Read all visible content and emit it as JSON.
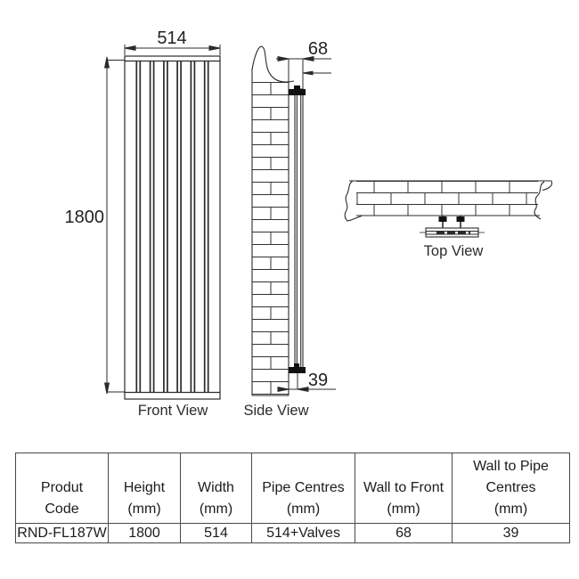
{
  "diagram": {
    "front_view": {
      "label": "Front View",
      "width_dim": "514",
      "height_dim": "1800"
    },
    "side_view": {
      "label": "Side View",
      "wall_to_front_dim": "68",
      "wall_to_pipe_dim": "39"
    },
    "top_view": {
      "label": "Top View"
    }
  },
  "table": {
    "headers": [
      "Produt\nCode",
      "Height\n(mm)",
      "Width\n(mm)",
      "Pipe Centres\n(mm)",
      "Wall to Front\n(mm)",
      "Wall to Pipe\nCentres\n(mm)"
    ],
    "rows": [
      [
        "RND-FL187W",
        "1800",
        "514",
        "514+Valves",
        "68",
        "39"
      ]
    ]
  },
  "colors": {
    "line": "#2b2b2b",
    "brick_line": "#333333",
    "table_border": "#494949"
  }
}
